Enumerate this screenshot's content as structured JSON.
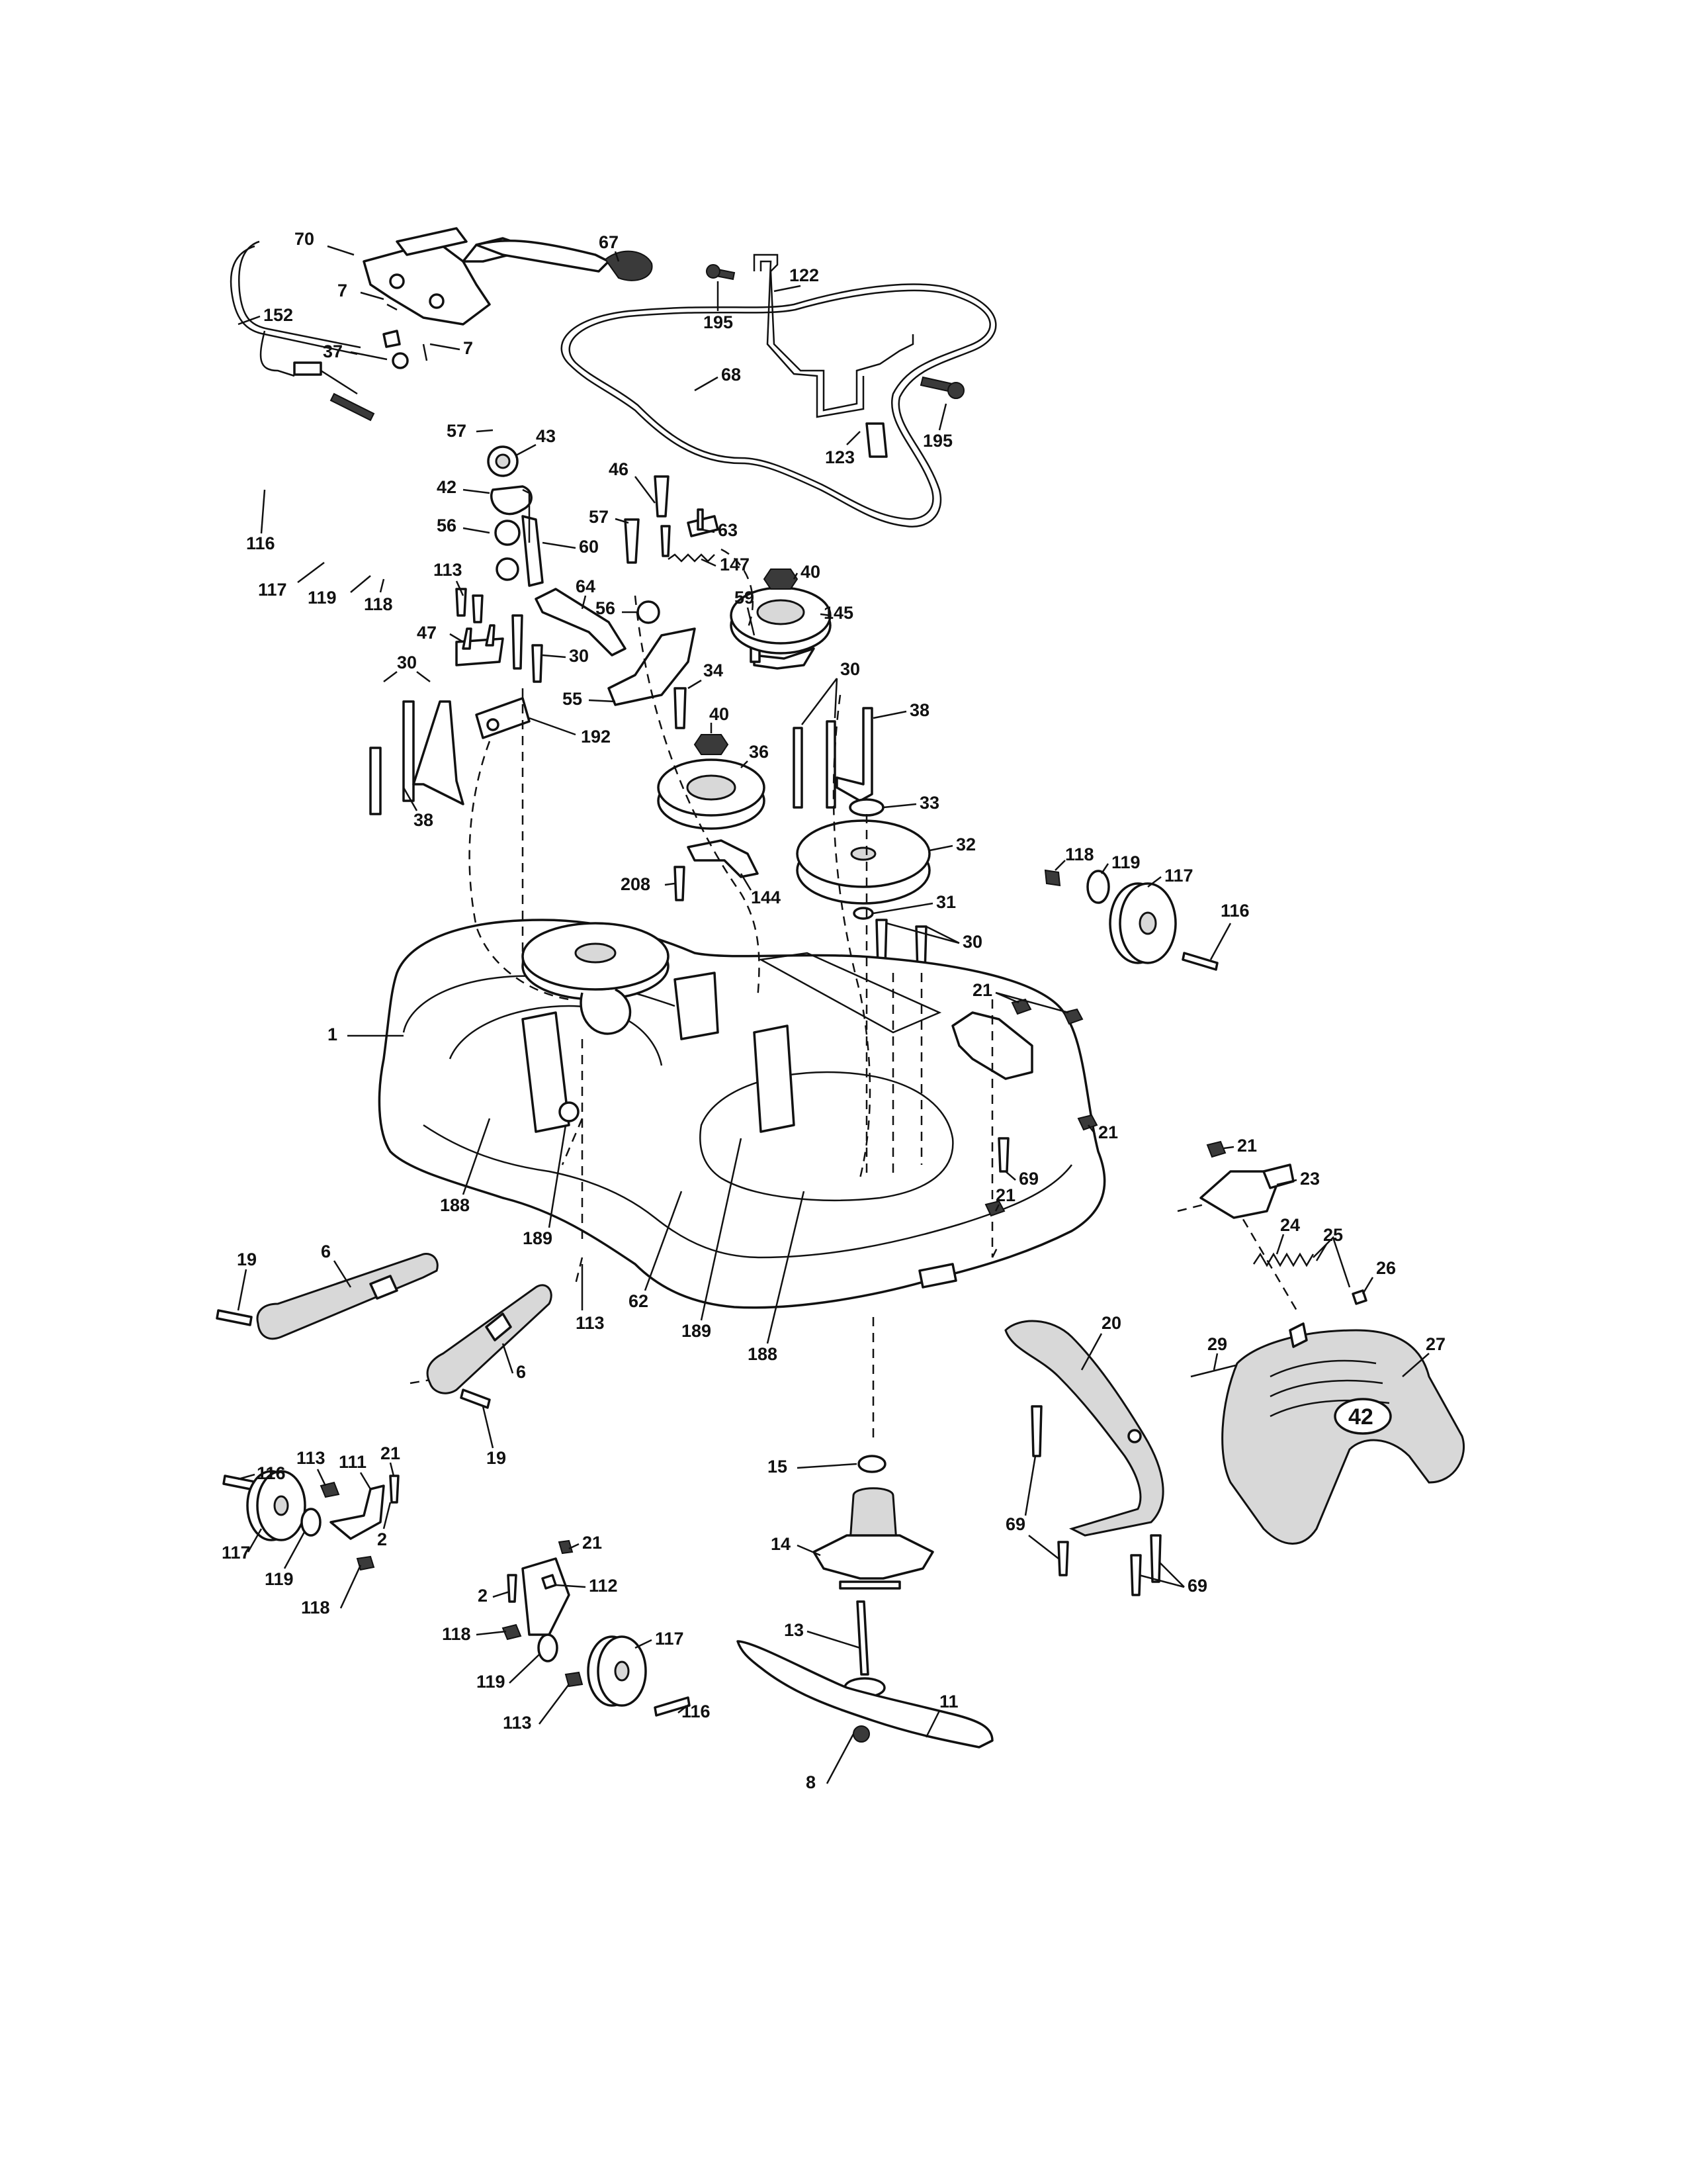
{
  "diagram": {
    "deck_decal": "42",
    "callouts": [
      "70",
      "7",
      "7",
      "152",
      "37",
      "67",
      "195",
      "122",
      "68",
      "123",
      "195",
      "57",
      "43",
      "42",
      "56",
      "60",
      "116",
      "117",
      "119",
      "118",
      "113",
      "47",
      "30",
      "30",
      "38",
      "192",
      "64",
      "46",
      "57",
      "63",
      "147",
      "56",
      "55",
      "40",
      "145",
      "59",
      "34",
      "40",
      "36",
      "30",
      "38",
      "33",
      "32",
      "144",
      "208",
      "31",
      "30",
      "118",
      "119",
      "117",
      "116",
      "21",
      "21",
      "1",
      "188",
      "189",
      "62",
      "189",
      "188",
      "113",
      "69",
      "21",
      "21",
      "23",
      "24",
      "25",
      "26",
      "19",
      "6",
      "6",
      "19",
      "20",
      "29",
      "27",
      "15",
      "69",
      "69",
      "14",
      "13",
      "11",
      "8",
      "116",
      "113",
      "111",
      "21",
      "117",
      "119",
      "2",
      "118",
      "21",
      "2",
      "112",
      "118",
      "119",
      "117",
      "113",
      "116"
    ]
  }
}
